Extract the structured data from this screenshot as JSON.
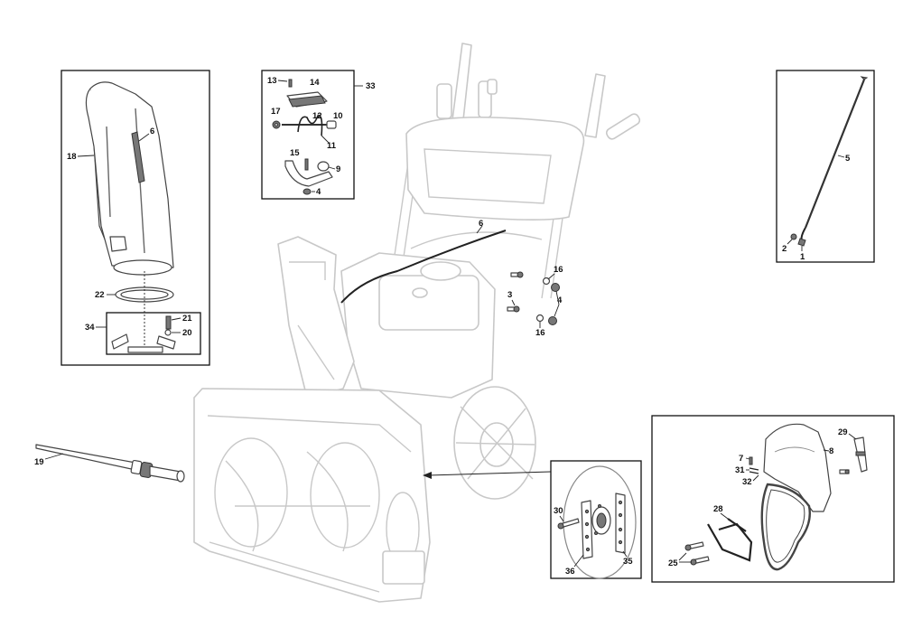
{
  "callouts": {
    "c1": "1",
    "c2": "2",
    "c3": "3",
    "c4a": "4",
    "c4b": "4",
    "c5": "5",
    "c6a": "6",
    "c6b": "6",
    "c7": "7",
    "c8": "8",
    "c9": "9",
    "c10": "10",
    "c11": "11",
    "c12": "12",
    "c13": "13",
    "c14": "14",
    "c15": "15",
    "c16a": "16",
    "c16b": "16",
    "c17": "17",
    "c18": "18",
    "c19": "19",
    "c20": "20",
    "c21": "21",
    "c22": "22",
    "c25": "25",
    "c28": "28",
    "c29": "29",
    "c30": "30",
    "c31": "31",
    "c32": "32",
    "c33": "33",
    "c34": "34",
    "c35": "35",
    "c36": "36"
  },
  "colors": {
    "line": "#222222",
    "ghost": "#c8c8c8",
    "box_border": "#111111"
  }
}
